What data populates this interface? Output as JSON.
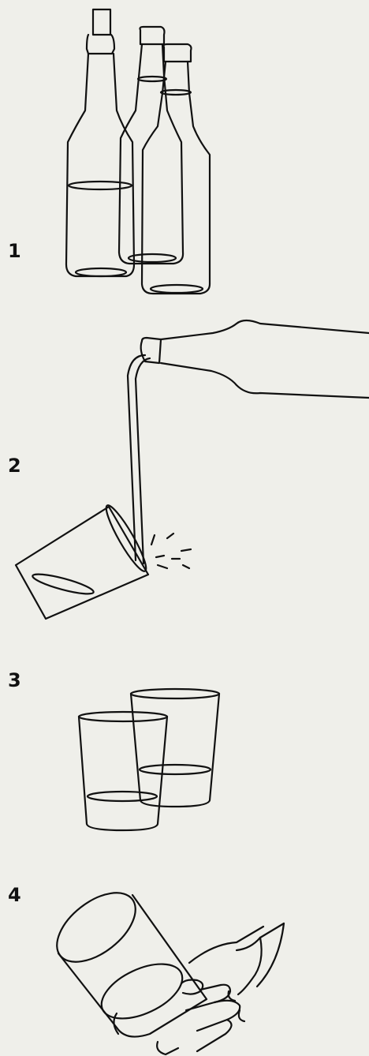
{
  "steps": [
    {
      "number": "1",
      "illustration": "three-bottles-icon"
    },
    {
      "number": "2",
      "illustration": "pouring-bottle-into-glass-icon"
    },
    {
      "number": "3",
      "illustration": "two-glasses-icon"
    },
    {
      "number": "4",
      "illustration": "hand-holding-tilted-glass-icon"
    }
  ],
  "colors": {
    "background": "#efefea",
    "line": "#111111"
  }
}
